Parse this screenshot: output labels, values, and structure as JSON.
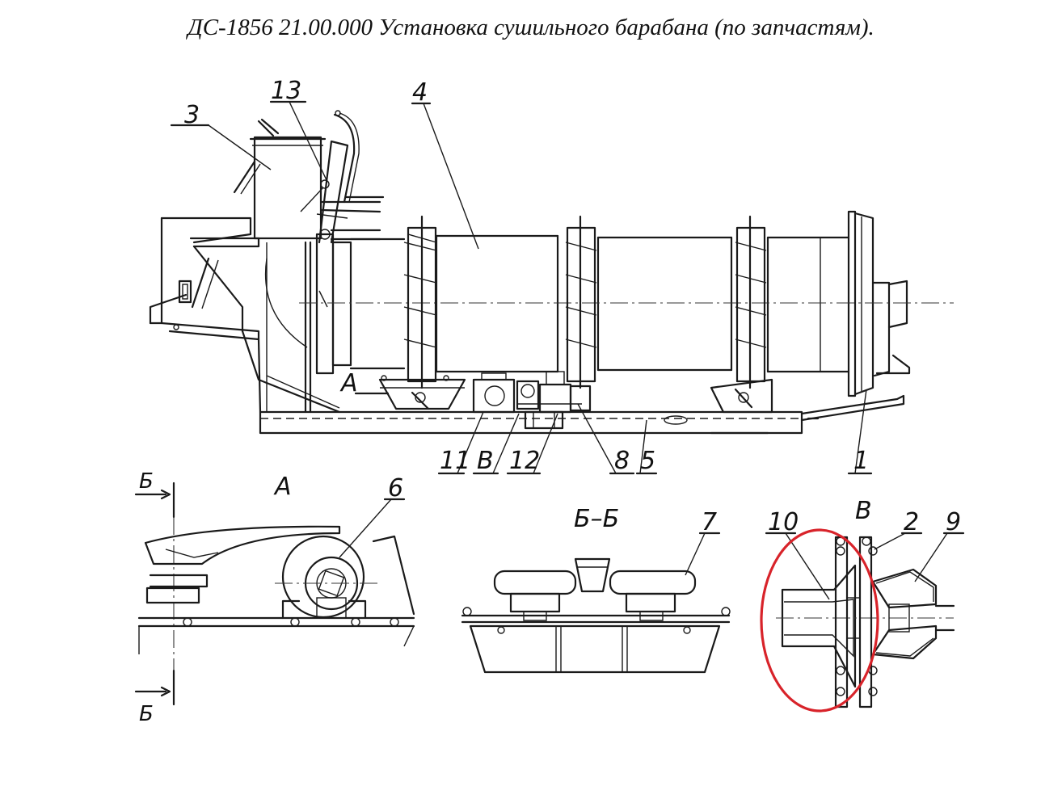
{
  "title": "ДС-1856 21.00.000 Установка сушильного барабана (по запчастям).",
  "callouts": {
    "c1": "1",
    "c2": "2",
    "c3": "3",
    "c4": "4",
    "c5": "5",
    "c6": "6",
    "c7": "7",
    "c8": "8",
    "c9": "9",
    "c10": "10",
    "c11": "11",
    "c12": "12",
    "c13": "13",
    "cV": "В"
  },
  "views": {
    "view_a_marker": "А",
    "view_a_title": "А",
    "section_letter_top": "Б",
    "section_letter_bottom": "Б",
    "section_bb_title": "Б–Б",
    "view_v_title": "В"
  },
  "highlight_color": "#d8232a"
}
